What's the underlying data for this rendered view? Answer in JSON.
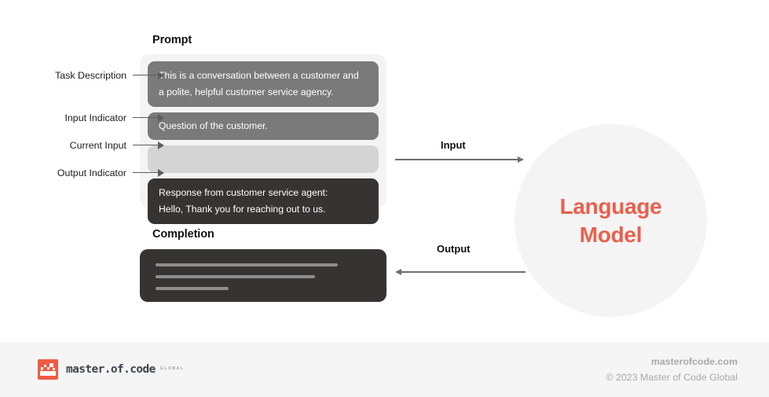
{
  "diagram": {
    "prompt": {
      "heading": "Prompt",
      "rows": [
        {
          "name": "task-description",
          "label": "Task Description",
          "lines": [
            "This is a conversation between a customer and",
            "a polite, helpful customer service agency."
          ],
          "color": "#7a7a7a"
        },
        {
          "name": "input-indicator",
          "label": "Input Indicator",
          "lines": [
            "Question of the customer."
          ],
          "color": "#7a7a7a"
        },
        {
          "name": "current-input",
          "label": "Current Input",
          "lines": [
            ""
          ],
          "color": "#d4d4d4"
        },
        {
          "name": "output-indicator",
          "label": "Output Indicator",
          "lines": [
            "Response from customer service agent:",
            "Hello, Thank you for reaching out to us."
          ],
          "color": "#363432"
        }
      ]
    },
    "completion": {
      "heading": "Completion",
      "color": "#363432",
      "placeholder_line_widths": [
        232,
        203,
        93
      ]
    },
    "flows": {
      "input_label": "Input",
      "output_label": "Output",
      "arrow_color": "#6e6e6e"
    },
    "model": {
      "line1": "Language",
      "line2": "Model",
      "text_color": "#e8604d",
      "circle_color": "#f4f4f4"
    }
  },
  "footer": {
    "logo_wordmark": "master.of.code",
    "logo_suffix": "GLOBAL",
    "logo_mark_color": "#ef5b42",
    "site": "masterofcode.com",
    "copyright": "© 2023 Master of Code Global"
  }
}
